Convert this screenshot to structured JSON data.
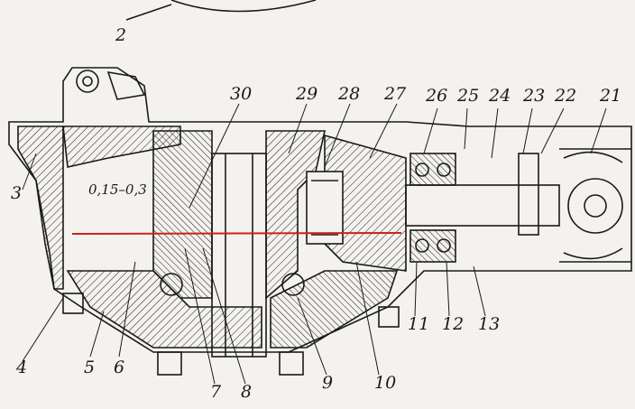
{
  "diagram": {
    "clearance_label": "0,15–0,3",
    "callouts": {
      "c2": "2",
      "c3": "3",
      "c4": "4",
      "c5": "5",
      "c6": "6",
      "c7": "7",
      "c8": "8",
      "c9": "9",
      "c10": "10",
      "c11": "11",
      "c12": "12",
      "c13": "13",
      "c21": "21",
      "c22": "22",
      "c23": "23",
      "c24": "24",
      "c25": "25",
      "c26": "26",
      "c27": "27",
      "c28": "28",
      "c29": "29",
      "c30": "30"
    },
    "colors": {
      "ink": "#1a1a1a",
      "paper": "#f4f2ee",
      "axis_line": "#d0201a"
    }
  }
}
